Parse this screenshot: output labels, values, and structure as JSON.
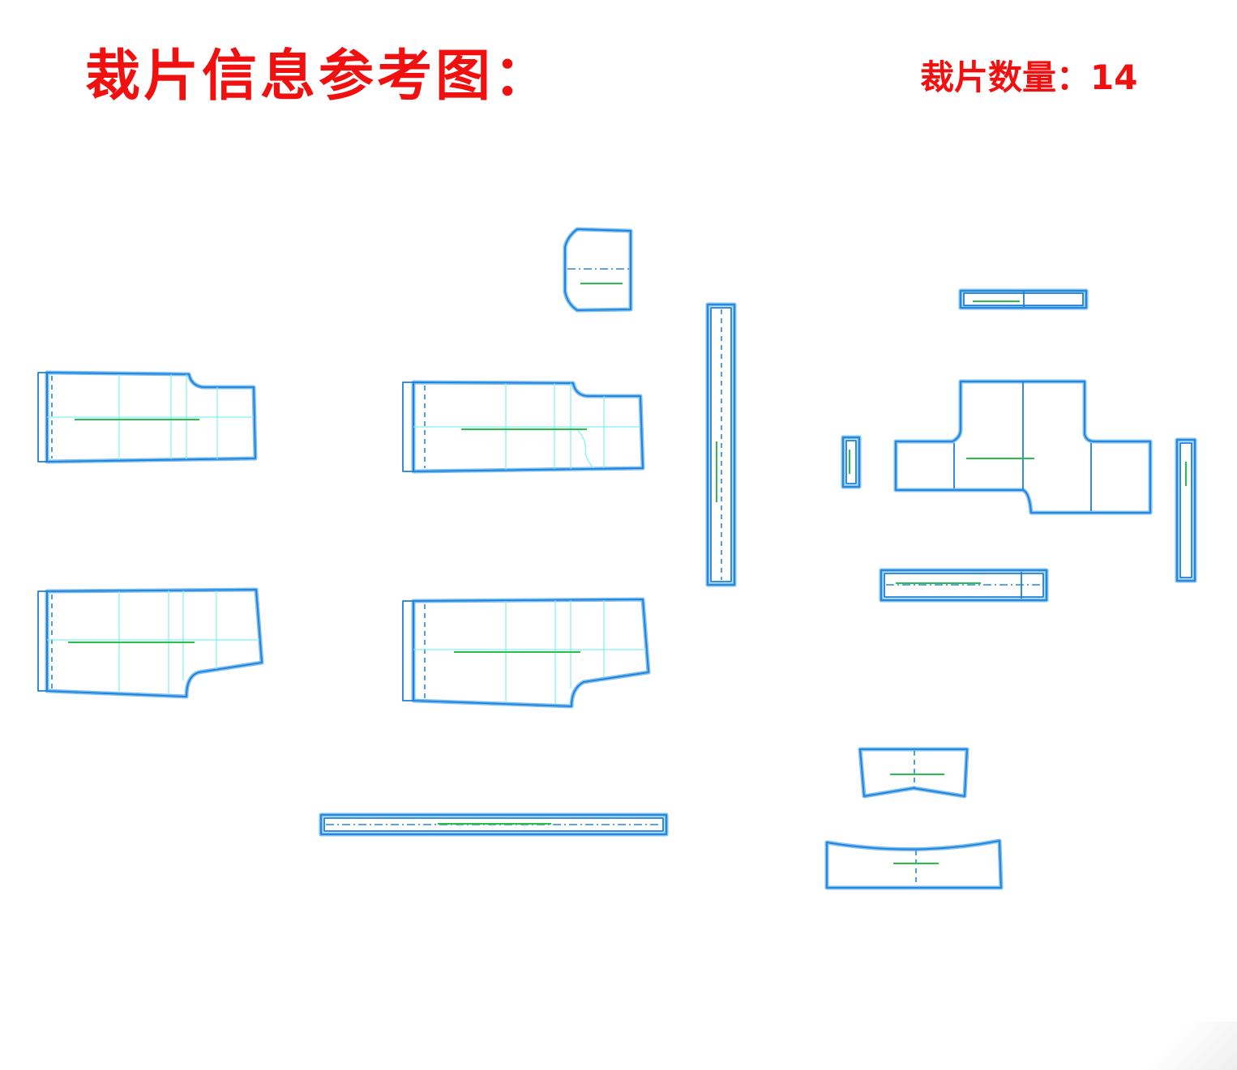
{
  "header": {
    "title": "裁片信息参考图：",
    "piece_count_label": "裁片数量：",
    "piece_count": "14"
  },
  "colors": {
    "title": "#f01010",
    "outline": "#1f7fd9",
    "grainline": "#27c04a",
    "grid": "#7ff0f0"
  }
}
